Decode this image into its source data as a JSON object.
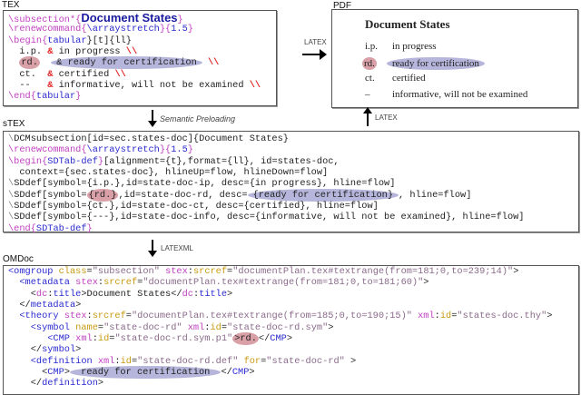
{
  "labels": {
    "tex": "TEX",
    "pdf": "PDF",
    "stex": "sTEX",
    "omdoc": "OMDoc"
  },
  "arrows": {
    "latex_right": "LATEX",
    "semantic_preloading": "Semantic Preloading",
    "latex_up": "LATEX",
    "latexml": "LATEXML"
  },
  "colors": {
    "highlight_symbol": "#d9a0a8",
    "highlight_description": "#b6b6dc",
    "command": "#c040c0",
    "argument": "#2a2ad0",
    "delimiter": "#e02020"
  },
  "tex_code": [
    [
      {
        "t": "\\subsection*{",
        "c": "k"
      },
      {
        "t": "Document States",
        "c": "t"
      },
      {
        "t": "}",
        "c": "k"
      }
    ],
    [
      {
        "t": "\\renewcommand{",
        "c": "k"
      },
      {
        "t": "\\arraystretch",
        "c": "b"
      },
      {
        "t": "}{",
        "c": "k"
      },
      {
        "t": "1.5",
        "c": "b"
      },
      {
        "t": "}",
        "c": "k"
      }
    ],
    [
      {
        "t": "\\begin{",
        "c": "k"
      },
      {
        "t": "tabular",
        "c": "b"
      },
      {
        "t": "}[t]{ll}",
        "c": "n"
      }
    ],
    [
      {
        "t": "  i.p. ",
        "c": "n"
      },
      {
        "t": "&",
        "c": "r"
      },
      {
        "t": " in progress ",
        "c": "n"
      },
      {
        "t": "\\\\",
        "c": "r"
      }
    ],
    [
      {
        "t": "  ",
        "c": "n"
      },
      {
        "t": "rd.",
        "c": "n",
        "hl": "red"
      },
      {
        "t": "  ",
        "c": "n"
      },
      {
        "t": "& ready for certification",
        "c": "n",
        "hl": "blue"
      },
      {
        "t": " ",
        "c": "n"
      },
      {
        "t": "\\\\",
        "c": "r"
      }
    ],
    [
      {
        "t": "  ct.  ",
        "c": "n"
      },
      {
        "t": "&",
        "c": "r"
      },
      {
        "t": " certified ",
        "c": "n"
      },
      {
        "t": "\\\\",
        "c": "r"
      }
    ],
    [
      {
        "t": "  --   ",
        "c": "n"
      },
      {
        "t": "&",
        "c": "r"
      },
      {
        "t": " informative, will not be examined ",
        "c": "n"
      },
      {
        "t": "\\\\",
        "c": "r"
      }
    ],
    [
      {
        "t": "\\end{",
        "c": "k"
      },
      {
        "t": "tabular",
        "c": "b"
      },
      {
        "t": "}",
        "c": "k"
      }
    ]
  ],
  "pdf": {
    "title": "Document States",
    "rows": [
      {
        "symbol": "i.p.",
        "desc": "in progress"
      },
      {
        "symbol": "rd.",
        "desc": "ready for certification"
      },
      {
        "symbol": "ct.",
        "desc": "certified"
      },
      {
        "symbol": "–",
        "desc": "informative, will not be examined"
      }
    ]
  },
  "stex_code": [
    [
      {
        "t": "\\",
        "c": "g"
      },
      {
        "t": "DCMsubsection[id=sec.states-doc]{Document States}",
        "c": "n"
      }
    ],
    [
      {
        "t": "\\renewcommand{",
        "c": "k"
      },
      {
        "t": "\\arraystretch",
        "c": "b"
      },
      {
        "t": "}{",
        "c": "k"
      },
      {
        "t": "1.5",
        "c": "b"
      },
      {
        "t": "}",
        "c": "k"
      }
    ],
    [
      {
        "t": "\\begin{",
        "c": "k"
      },
      {
        "t": "SDTab-def",
        "c": "b"
      },
      {
        "t": "}",
        "c": "k"
      },
      {
        "t": "[alignment={t},format={ll}, id=states-doc,",
        "c": "n"
      }
    ],
    [
      {
        "t": "  context={sec.states-doc}, hlineUp=flow, hlineDown=flow]",
        "c": "n"
      }
    ],
    [
      {
        "t": "\\",
        "c": "g"
      },
      {
        "t": "SDdef[symbol={i.p.},id=state-doc-ip, desc={in progress}, hline=flow]",
        "c": "n"
      }
    ],
    [
      {
        "t": "\\",
        "c": "g"
      },
      {
        "t": "SDdef[symbol=",
        "c": "n"
      },
      {
        "t": "{rd.}",
        "c": "n",
        "hl": "red"
      },
      {
        "t": ",id=state-doc-rd, desc=",
        "c": "n"
      },
      {
        "t": "{ready for certification}",
        "c": "n",
        "hl": "blue"
      },
      {
        "t": ", hline=flow]",
        "c": "n"
      }
    ],
    [
      {
        "t": "\\",
        "c": "g"
      },
      {
        "t": "SDdef[symbol={ct.},id=state-doc-ct, desc={certified}, hline=flow]",
        "c": "n"
      }
    ],
    [
      {
        "t": "\\",
        "c": "g"
      },
      {
        "t": "SDdef[symbol={---},id=state-doc-info, desc={informative, will not be examined}, hline=flow]",
        "c": "n"
      }
    ],
    [
      {
        "t": "\\end{",
        "c": "k"
      },
      {
        "t": "SDTab-def",
        "c": "b"
      },
      {
        "t": "}",
        "c": "k"
      }
    ]
  ],
  "omdoc_code": [
    [
      {
        "t": "<omgroup ",
        "c": "b"
      },
      {
        "t": "class",
        "c": "a"
      },
      {
        "t": "=",
        "c": "n"
      },
      {
        "t": "\"subsection\" ",
        "c": "v"
      },
      {
        "t": "stex",
        "c": "k"
      },
      {
        "t": ":",
        "c": "n"
      },
      {
        "t": "srcref",
        "c": "a"
      },
      {
        "t": "=",
        "c": "n"
      },
      {
        "t": "\"documentPlan.tex#textrange(from=181;0,to=239;14)\"",
        "c": "v"
      },
      {
        "t": ">",
        "c": "n"
      }
    ],
    [
      {
        "t": "  <metadata ",
        "c": "b"
      },
      {
        "t": "stex",
        "c": "k"
      },
      {
        "t": ":",
        "c": "n"
      },
      {
        "t": "srcref",
        "c": "a"
      },
      {
        "t": "=",
        "c": "n"
      },
      {
        "t": "\"documentPlan.tex#textrange(from=181;0,to=181;60)\"",
        "c": "v"
      },
      {
        "t": ">",
        "c": "n"
      }
    ],
    [
      {
        "t": "    <",
        "c": "n"
      },
      {
        "t": "dc",
        "c": "k"
      },
      {
        "t": ":",
        "c": "n"
      },
      {
        "t": "title",
        "c": "b"
      },
      {
        "t": ">Document States</",
        "c": "n"
      },
      {
        "t": "dc",
        "c": "k"
      },
      {
        "t": ":",
        "c": "n"
      },
      {
        "t": "title",
        "c": "b"
      },
      {
        "t": ">",
        "c": "n"
      }
    ],
    [
      {
        "t": "  </",
        "c": "n"
      },
      {
        "t": "metadata",
        "c": "b"
      },
      {
        "t": ">",
        "c": "n"
      }
    ],
    [
      {
        "t": "  <theory ",
        "c": "b"
      },
      {
        "t": "stex",
        "c": "k"
      },
      {
        "t": ":",
        "c": "n"
      },
      {
        "t": "srcref",
        "c": "a"
      },
      {
        "t": "=",
        "c": "n"
      },
      {
        "t": "\"documentPlan.tex#textrange(from=185;0,to=190;15)\" ",
        "c": "v"
      },
      {
        "t": "xml",
        "c": "k"
      },
      {
        "t": ":",
        "c": "n"
      },
      {
        "t": "id",
        "c": "a"
      },
      {
        "t": "=",
        "c": "n"
      },
      {
        "t": "\"states-doc.thy\"",
        "c": "v"
      },
      {
        "t": ">",
        "c": "n"
      }
    ],
    [
      {
        "t": "    <symbol ",
        "c": "b"
      },
      {
        "t": "name",
        "c": "a"
      },
      {
        "t": "=",
        "c": "n"
      },
      {
        "t": "\"state-doc-rd\" ",
        "c": "v"
      },
      {
        "t": "xml",
        "c": "k"
      },
      {
        "t": ":",
        "c": "n"
      },
      {
        "t": "id",
        "c": "a"
      },
      {
        "t": "=",
        "c": "n"
      },
      {
        "t": "\"state-doc-rd.sym\"",
        "c": "v"
      },
      {
        "t": ">",
        "c": "n"
      }
    ],
    [
      {
        "t": "       <CMP ",
        "c": "b"
      },
      {
        "t": "xml",
        "c": "k"
      },
      {
        "t": ":",
        "c": "n"
      },
      {
        "t": "id",
        "c": "a"
      },
      {
        "t": "=",
        "c": "n"
      },
      {
        "t": "\"state-doc-rd.sym.p1\"",
        "c": "v"
      },
      {
        "t": ">rd.",
        "c": "n",
        "hl": "red"
      },
      {
        "t": "</",
        "c": "n"
      },
      {
        "t": "CMP",
        "c": "b"
      },
      {
        "t": ">",
        "c": "n"
      }
    ],
    [
      {
        "t": "    </",
        "c": "n"
      },
      {
        "t": "symbol",
        "c": "b"
      },
      {
        "t": ">",
        "c": "n"
      }
    ],
    [
      {
        "t": "    <definition ",
        "c": "b"
      },
      {
        "t": "xml",
        "c": "k"
      },
      {
        "t": ":",
        "c": "n"
      },
      {
        "t": "id",
        "c": "a"
      },
      {
        "t": "=",
        "c": "n"
      },
      {
        "t": "\"state-doc-rd.def\" ",
        "c": "v"
      },
      {
        "t": "for",
        "c": "a"
      },
      {
        "t": "=",
        "c": "n"
      },
      {
        "t": "\"state-doc-rd\" ",
        "c": "v"
      },
      {
        "t": ">",
        "c": "n"
      }
    ],
    [
      {
        "t": "      <",
        "c": "n"
      },
      {
        "t": "CMP",
        "c": "b"
      },
      {
        "t": ">",
        "c": "n"
      },
      {
        "t": " ready for certification ",
        "c": "n",
        "hl": "blue"
      },
      {
        "t": "</",
        "c": "n"
      },
      {
        "t": "CMP",
        "c": "b"
      },
      {
        "t": ">",
        "c": "n"
      }
    ],
    [
      {
        "t": "    </",
        "c": "n"
      },
      {
        "t": "definition",
        "c": "b"
      },
      {
        "t": ">",
        "c": "n"
      }
    ]
  ]
}
